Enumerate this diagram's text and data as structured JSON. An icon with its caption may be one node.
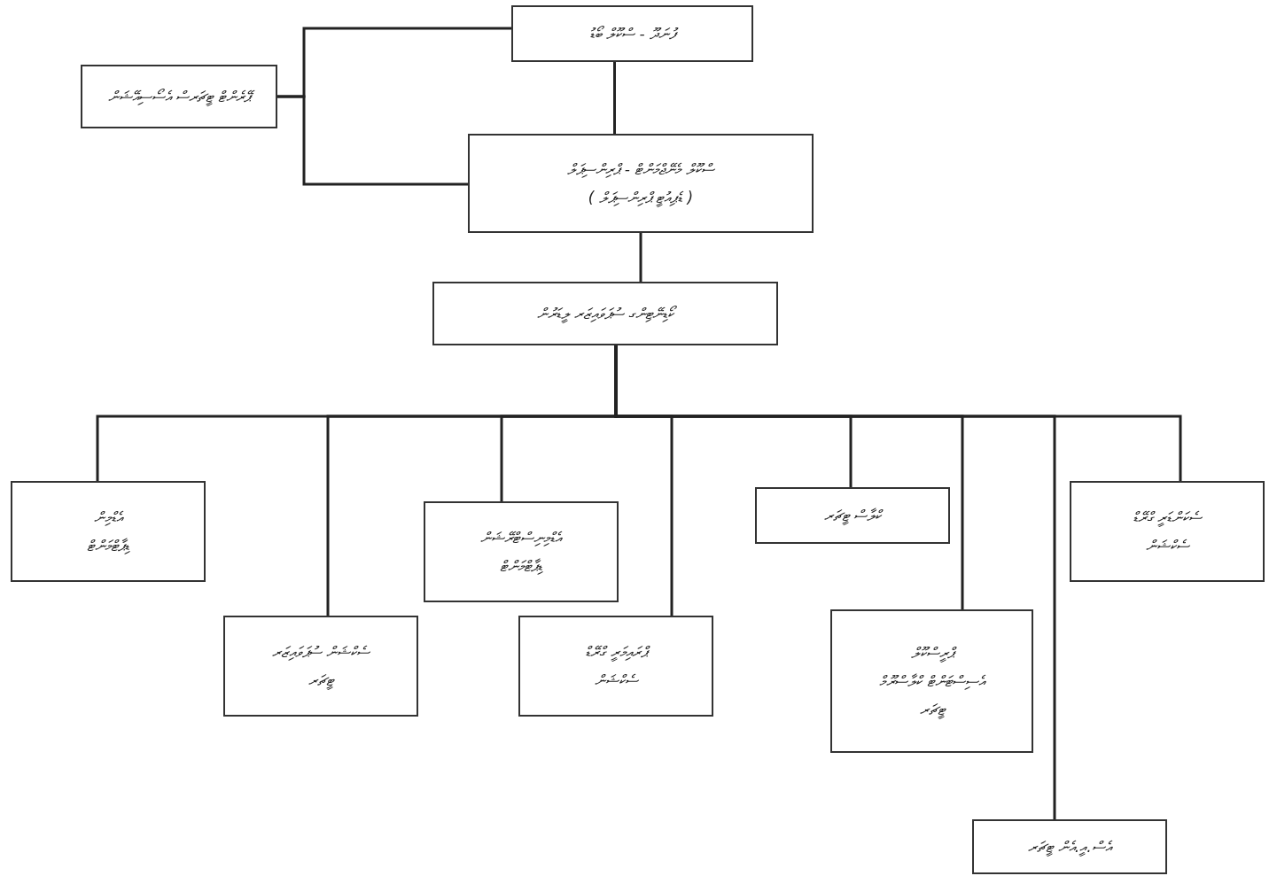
{
  "diagram": {
    "nodes": [
      {
        "text": [
          "ފުނަދޫ - ސްކޫލް ބޯޑު"
        ]
      },
      {
        "text": [
          "ޕޭރެންޓް ޓީޗަރސް އެސޯސިއޭޝަން"
        ]
      },
      {
        "text": [
          "ސްކޫލް މެނޭޖްމަންޓް - ޕްރިންސިޕަލް",
          "( ޑެޕިއުޓީ ޕްރިންސިޕަލް )"
        ]
      },
      {
        "text": [
          "ކޯޑިނޭޓިންގ ސުޕަވައިޒަރ ލީޑަރުން"
        ]
      },
      {
        "text": [
          "އެޑްމިން",
          "ޑިޕާޓްމަންޓް"
        ]
      },
      {
        "text": [
          "ސެކްޝަން ސުޕަވައިޒަރ",
          "ޓީޗަރ"
        ]
      },
      {
        "text": [
          "އެޑްމިނިސްޓްރޭޝަން",
          "ޑިޕާޓްމަންޓް"
        ]
      },
      {
        "text": [
          "ޕްރައިމަރީ ގްރޭޑް",
          "ސެކްޝަން"
        ]
      },
      {
        "text": [
          "ކްލާސް ޓީޗަރ"
        ]
      },
      {
        "text": [
          "ޕްރީސްކޫލް",
          "އެސިސްޓަންޓް ކްލާސްރޫމް",
          "ޓީޗަރ"
        ]
      },
      {
        "text": [
          "ސެކަންޑަރީ ގްރޭޑް",
          "ސެކްޝަން"
        ]
      },
      {
        "text": [
          "އެސް.އީ.އެން ޓީޗަރ"
        ]
      }
    ],
    "edges": [
      {
        "from": 1,
        "to": 0,
        "arrow": "none"
      },
      {
        "from": 1,
        "to": 2,
        "arrow": "none"
      },
      {
        "from": 0,
        "to": 2,
        "arrow": "none"
      },
      {
        "from": 2,
        "to": 3,
        "arrow": "none"
      },
      {
        "from": 3,
        "to": 4,
        "arrow": "none"
      },
      {
        "from": 3,
        "to": 5,
        "arrow": "none"
      },
      {
        "from": 3,
        "to": 6,
        "arrow": "none"
      },
      {
        "from": 3,
        "to": 7,
        "arrow": "none"
      },
      {
        "from": 3,
        "to": 8,
        "arrow": "none"
      },
      {
        "from": 3,
        "to": 9,
        "arrow": "none"
      },
      {
        "from": 3,
        "to": 10,
        "arrow": "none"
      },
      {
        "from": 3,
        "to": 11,
        "arrow": "none"
      }
    ]
  }
}
